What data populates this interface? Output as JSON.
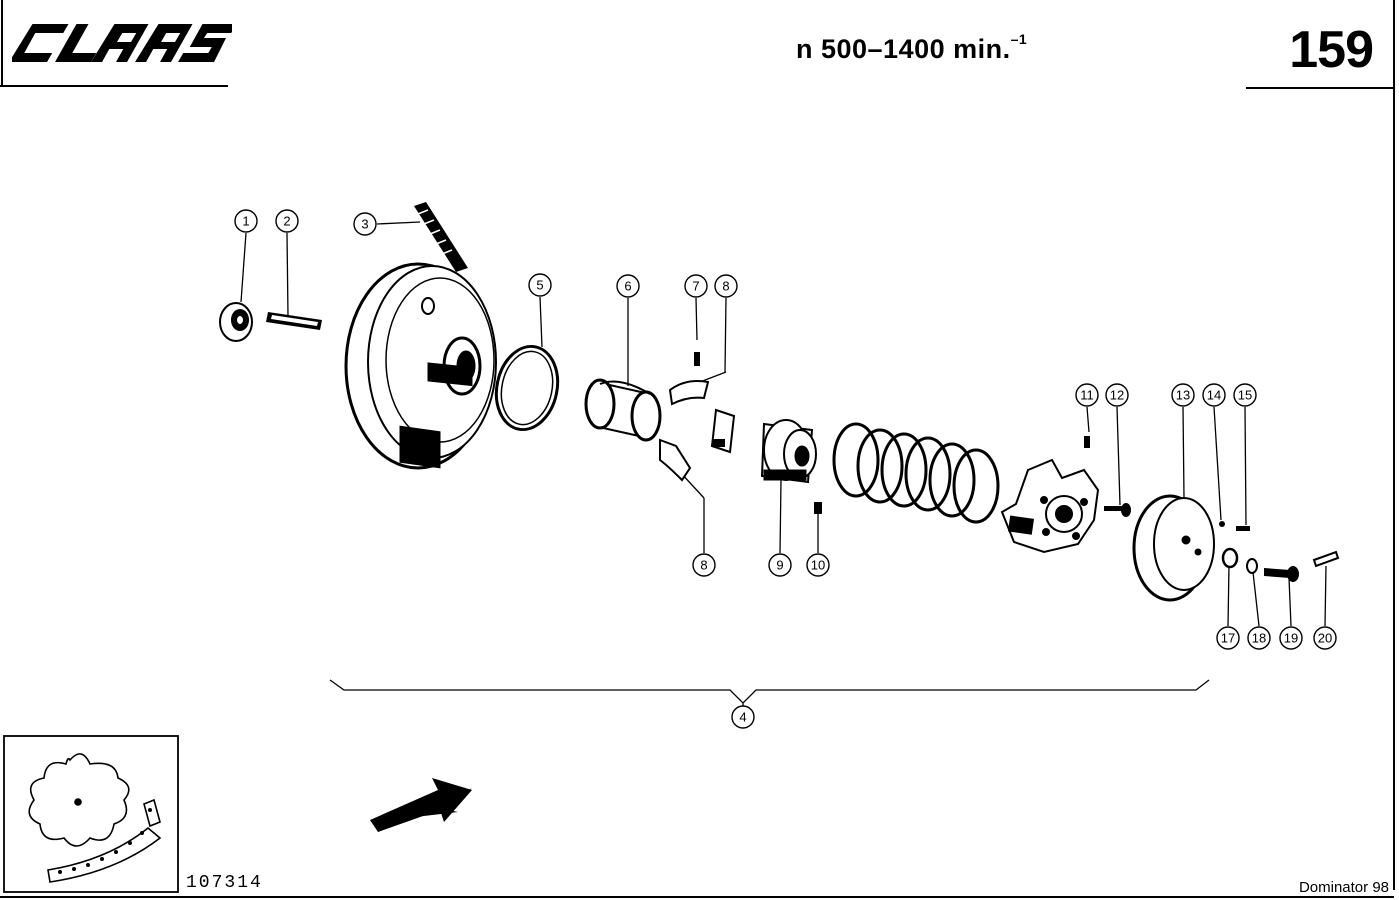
{
  "header": {
    "logo_text": "CLAAS",
    "speed_main": "n 500–1400 min.",
    "speed_exp": "–1",
    "page_number": "159"
  },
  "footer": {
    "drawing_number": "107314",
    "model": "Dominator 98"
  },
  "callouts": [
    "1",
    "2",
    "3",
    "4",
    "5",
    "6",
    "7",
    "8",
    "8",
    "9",
    "10",
    "11",
    "12",
    "13",
    "14",
    "15",
    "17",
    "18",
    "19",
    "20"
  ],
  "colors": {
    "ink": "#000000",
    "paper": "#ffffff"
  }
}
